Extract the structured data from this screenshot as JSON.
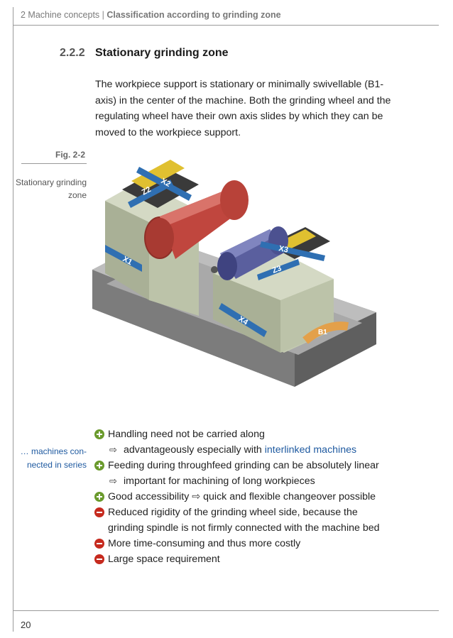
{
  "header": {
    "chapter": "2 Machine concepts",
    "separator": "|",
    "section": "Classification according to grinding zone"
  },
  "section": {
    "number": "2.2.2",
    "title": "Stationary grinding zone",
    "intro_lines": [
      "The workpiece support is stationary or minimally swivellable (B1-",
      "axis) in the center of the machine. Both the grinding wheel and the",
      "regulating wheel have their own axis slides by which they can be",
      "moved to the workpiece support."
    ]
  },
  "figure": {
    "label": "Fig. 2-2",
    "caption_lines": [
      "Stationary grinding",
      "zone"
    ],
    "axis_labels": [
      "X1",
      "Z2",
      "X2",
      "X3",
      "Z3",
      "X4",
      "B1"
    ],
    "colors": {
      "base_dark": "#6e6e6e",
      "base_light": "#b9b9b9",
      "body_green": "#c9cfb8",
      "body_green_dark": "#a9b096",
      "grinding_wheel": "#c0463e",
      "regulating_wheel": "#5a5f9e",
      "axis_arrow": "#2f6fb2",
      "rotation_arrow": "#e3a04a",
      "slide_yellow": "#e0c030"
    }
  },
  "margin_note": {
    "lines": [
      "… machines con-",
      "nected in series"
    ]
  },
  "advantages_disadvantages": [
    {
      "type": "plus",
      "text": "Handling need not be carried along"
    },
    {
      "type": "arrow",
      "prefix": "advantageously especially with ",
      "link": "interlinked machines"
    },
    {
      "type": "plus",
      "text": "Feeding during throughfeed grinding can be absolutely linear"
    },
    {
      "type": "arrow",
      "text": "important for machining of long workpieces"
    },
    {
      "type": "plus",
      "text": "Good accessibility",
      "arrow_text": "quick and flexible changeover possible"
    },
    {
      "type": "minus",
      "text": "Reduced rigidity of the grinding wheel side, because the"
    },
    {
      "type": "cont",
      "text": "grinding spindle is not firmly connected with the machine bed"
    },
    {
      "type": "minus",
      "text": "More time-consuming and thus more costly"
    },
    {
      "type": "minus",
      "text": "Large space requirement"
    }
  ],
  "arrow_symbol": "⇨",
  "footer": {
    "page_number": "20"
  }
}
